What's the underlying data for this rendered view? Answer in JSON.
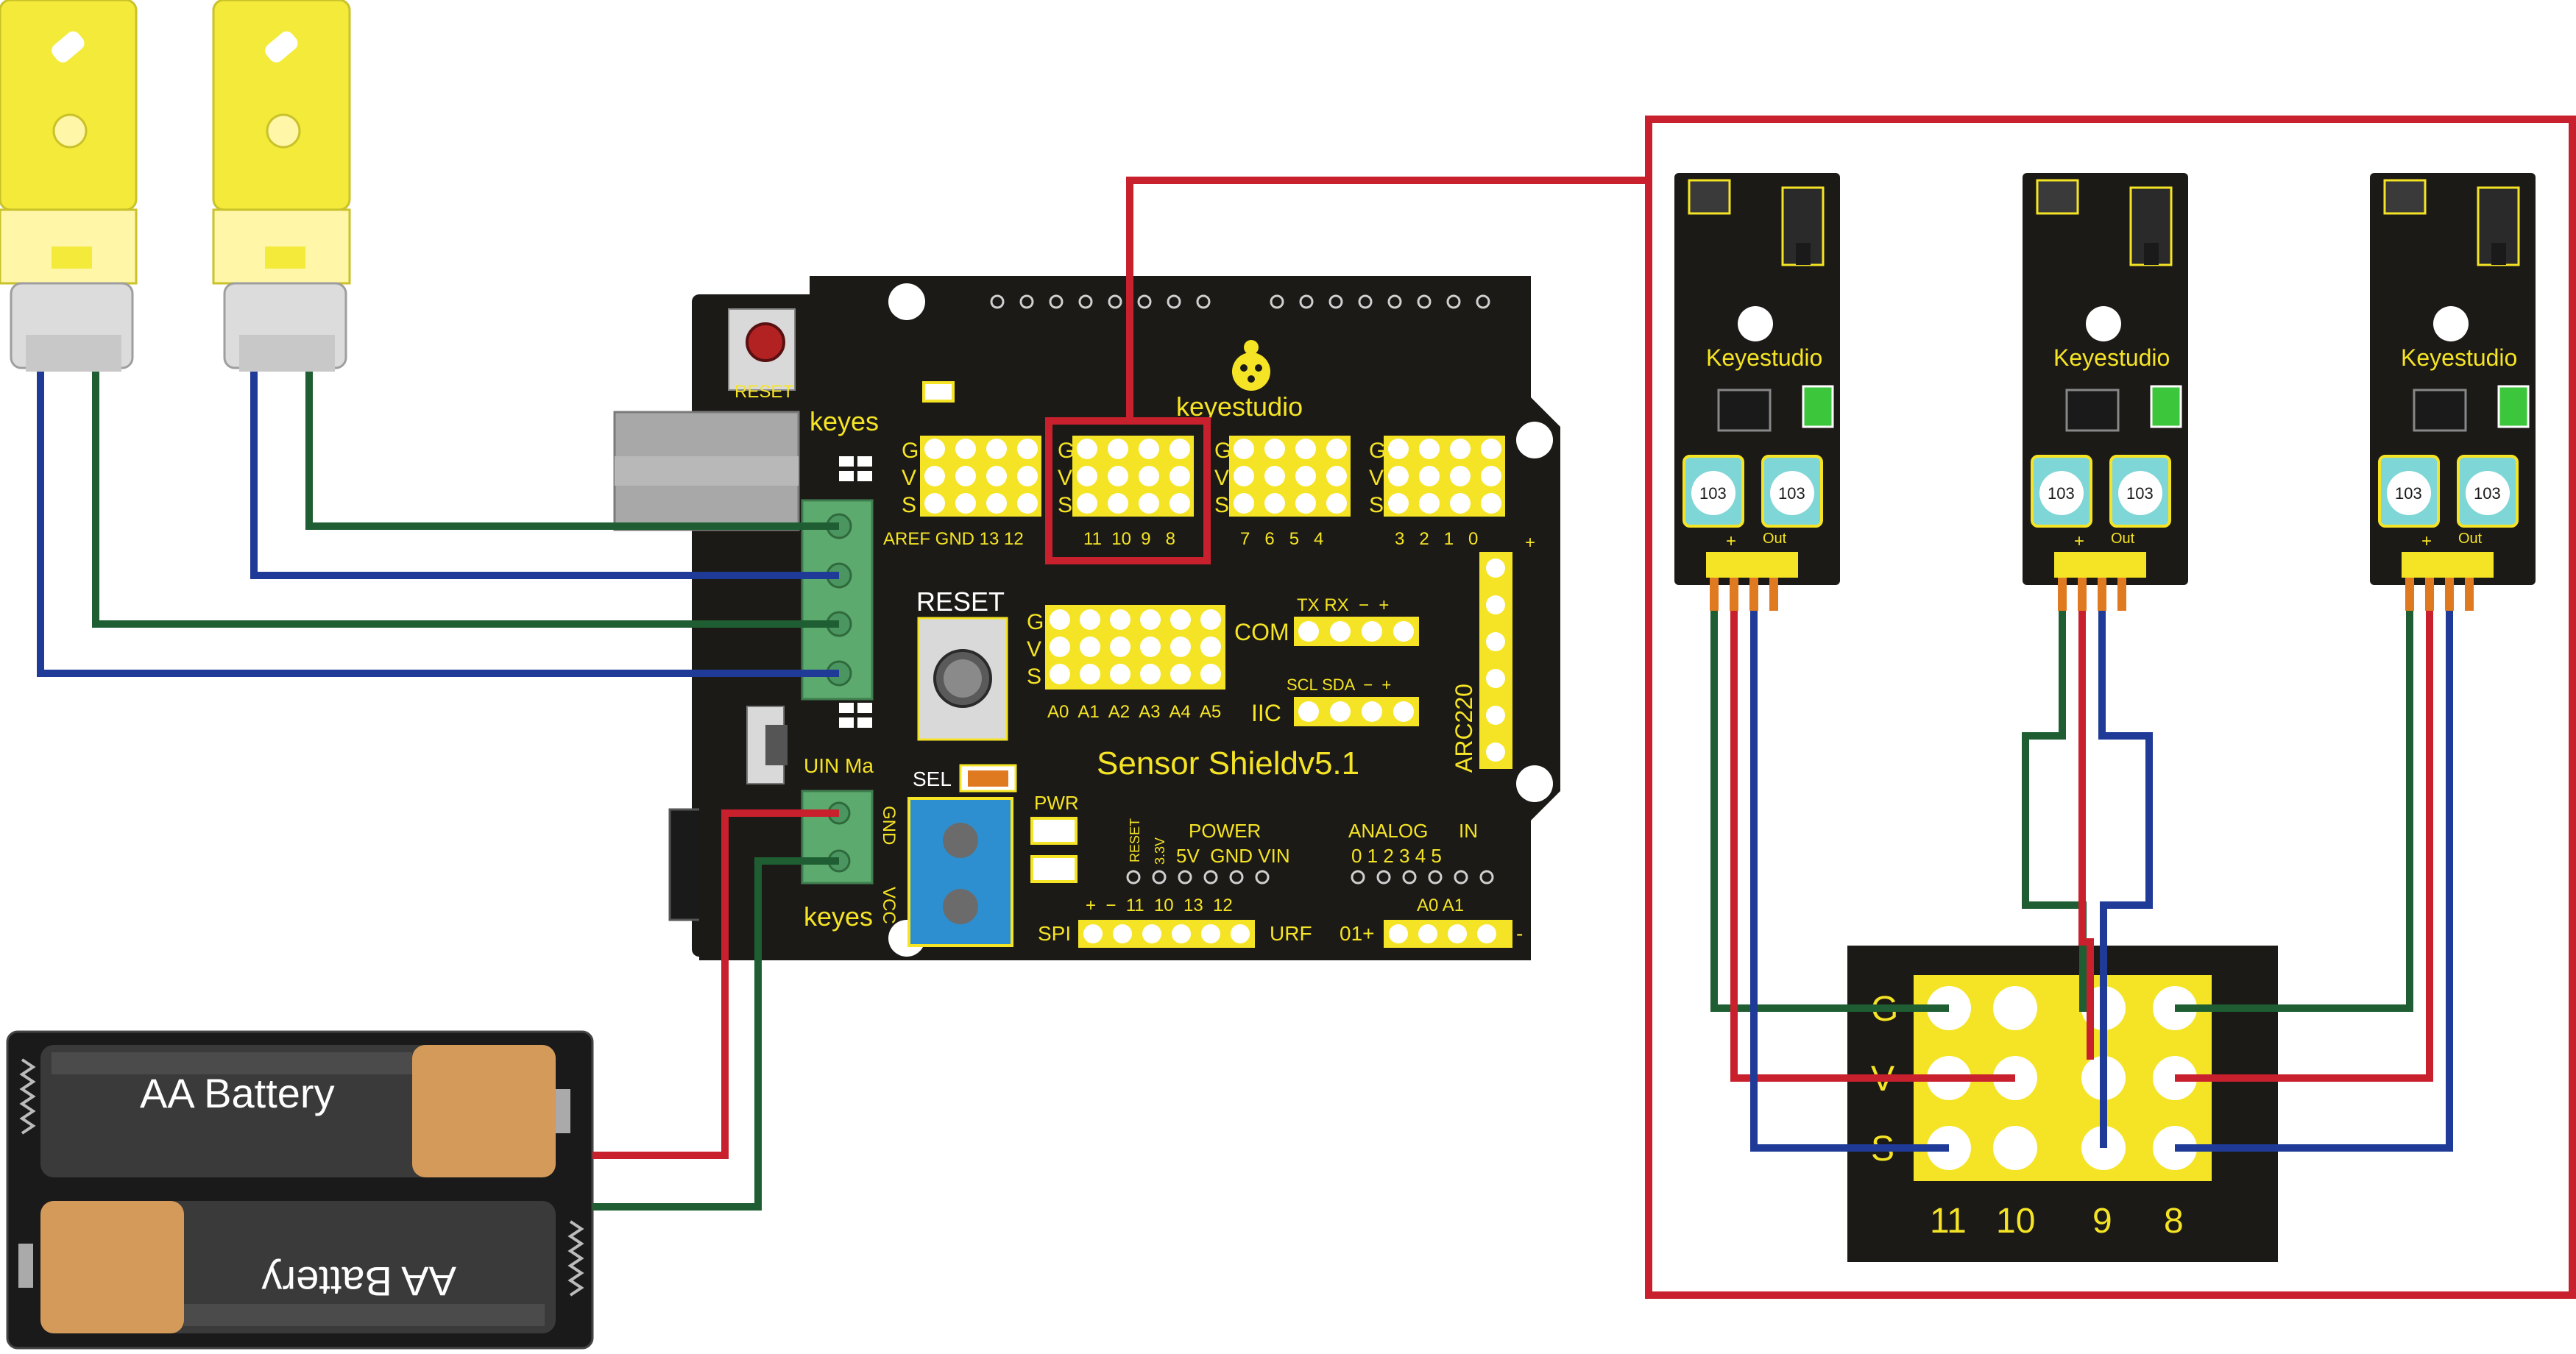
{
  "colors": {
    "board": "#1c1a17",
    "silk": "#f5e425",
    "wire_red": "#c8202d",
    "wire_green": "#1e5e32",
    "wire_blue": "#1f3b97",
    "motor_yellow": "#f3ea3a",
    "terminal_green": "#5daa6e",
    "frame_red": "#c8202d",
    "battery_copper": "#d49a5a"
  },
  "shield": {
    "brand": "keyestudio",
    "title": "Sensor Shieldv5.1",
    "reset_small": "RESET",
    "reset_label": "RESET",
    "keyes_top": "keyes",
    "keyes_bottom": "keyes",
    "uin_label": "UIN Ma",
    "sel_label": "SEL",
    "pwr_label": "PWR",
    "power_label": "POWER",
    "analog_label": "ANALOG",
    "in_label": "IN",
    "row_letters": [
      "G",
      "V",
      "S"
    ],
    "digital_labels": [
      "AREF GND 13 12",
      "11  10  9   8",
      "7   6   5   4",
      "3   2   1   0"
    ],
    "analog_pins": "A0  A1  A2  A3  A4  A5",
    "com_label": "COM",
    "iic_label": "IIC",
    "txrx_label": "TX RX  −  +",
    "scl_label": "SCL SDA  −  +",
    "arc_label": "ARC220",
    "power_pins": "5V  GND VIN",
    "reset_33": "RESET",
    "v33": "3.3V",
    "analog_nums": "0 1 2 3 4 5",
    "spi_label": "SPI",
    "spi_pins": "+  −  11  10  13  12",
    "urf_label": "URF",
    "a0a1": "A0 A1",
    "zero_one": "01+",
    "minus": "-",
    "gnd_term": "GND",
    "vcc_term": "VCC",
    "plus_sign": "+"
  },
  "sensors": {
    "brand": "Keyestudio",
    "pot_value": "103",
    "out_label": "Out",
    "plus_label": "+"
  },
  "zoom_header": {
    "row_letters": [
      "G",
      "V",
      "S"
    ],
    "pin_labels": [
      "11",
      "10",
      "9",
      "8"
    ]
  },
  "battery": {
    "top_label": "AA Battery",
    "bottom_label": "AA Battery"
  }
}
